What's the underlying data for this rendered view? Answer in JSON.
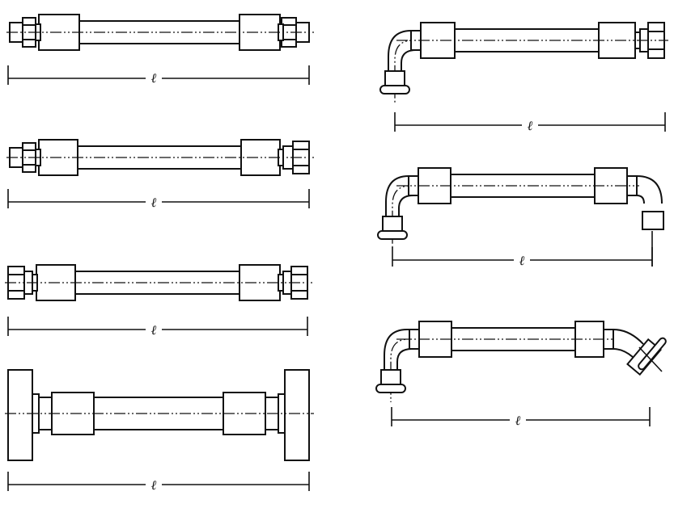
{
  "diagrams": [
    {
      "name": "straight-hose-male-both-ends",
      "dimension_label": "ℓ"
    },
    {
      "name": "straight-hose-male-female",
      "dimension_label": "ℓ"
    },
    {
      "name": "straight-hose-female-both-ends",
      "dimension_label": "ℓ"
    },
    {
      "name": "straight-hose-flange-both-ends",
      "dimension_label": "ℓ"
    },
    {
      "name": "hose-90-elbow-flange-to-female",
      "dimension_label": "ℓ"
    },
    {
      "name": "hose-90-elbow-both-ends",
      "dimension_label": "ℓ"
    },
    {
      "name": "hose-90-elbow-and-45-elbow",
      "dimension_label": "ℓ"
    }
  ]
}
